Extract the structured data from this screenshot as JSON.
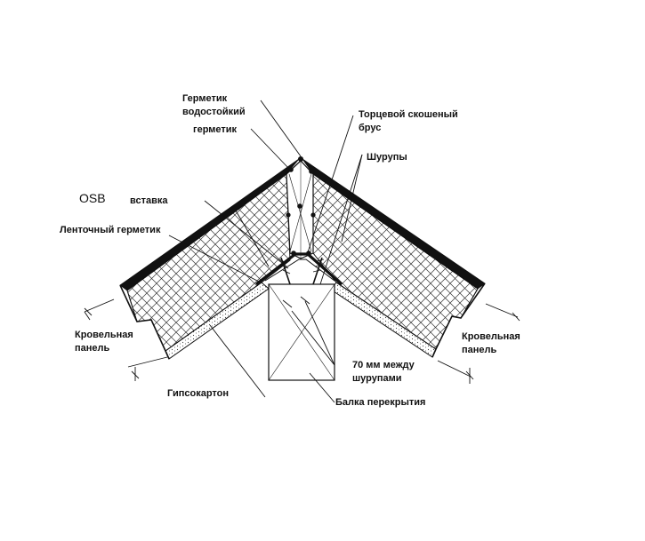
{
  "colors": {
    "line": "#111111",
    "background": "#ffffff"
  },
  "labels": {
    "hermetic_waterproof": [
      "Герметик",
      "водостойкий"
    ],
    "hermetic": "герметик",
    "osb": "OSB",
    "insert": "вставка",
    "tape_sealant": "Ленточный герметик",
    "roof_panel_left": [
      "Кровельная",
      "панель"
    ],
    "drywall": "Гипсокартон",
    "end_beveled_beam": [
      "Торцевой скошеный",
      "брус"
    ],
    "screws": "Шурупы",
    "roof_panel_right": [
      "Кровельная",
      "панель"
    ],
    "screw_spacing": [
      "70 мм между",
      "шурупами"
    ],
    "floor_beam": "Балка перекрытия"
  }
}
